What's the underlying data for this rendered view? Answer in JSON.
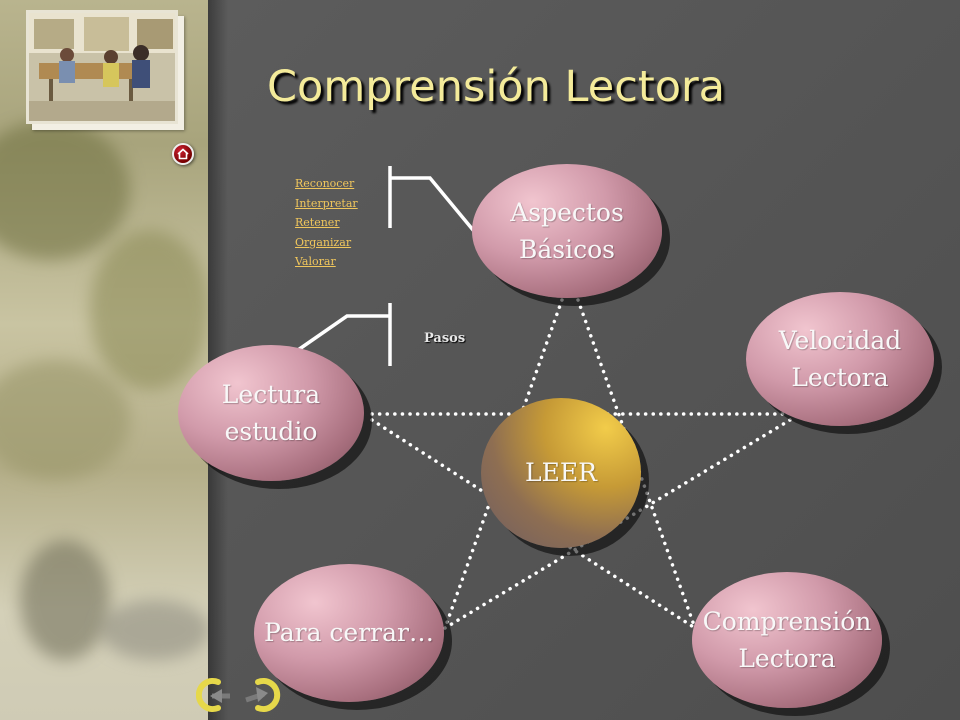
{
  "slide": {
    "title": "Comprensión Lectora",
    "links": [
      "Reconocer",
      "Interpretar",
      "Retener",
      "Organizar",
      "Valorar"
    ],
    "pasos_label": "Pasos"
  },
  "nodes": {
    "center": "LEER",
    "aspectos": "Aspectos\nBásicos",
    "velocidad": "Velocidad\nLectora",
    "lectura": "Lectura\nestudio",
    "cerrar": "Para cerrar…",
    "comprension": "Comprensión\nLectora"
  },
  "colors": {
    "title": "#f4eb9a",
    "link": "#f0c65c",
    "ellipse": "#d19aaa",
    "center": "#c69a36",
    "background": "#565656"
  },
  "icons": {
    "home": "home-icon",
    "back": "back-arrow-icon",
    "forward": "forward-arrow-icon"
  }
}
